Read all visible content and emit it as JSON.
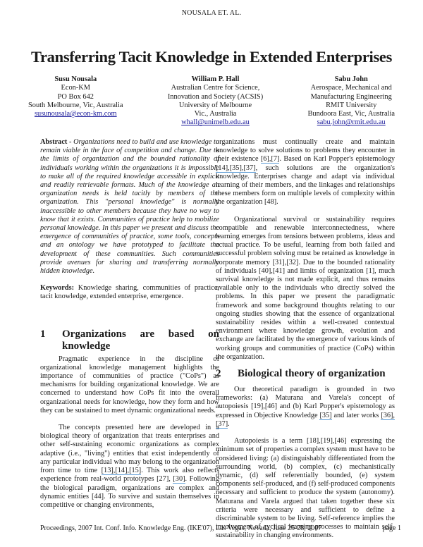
{
  "running_head": "NOUSALA ET. AL.",
  "title": "Transferring Tacit Knowledge in Extended Enterprises",
  "authors": [
    {
      "name": "Susu Nousala",
      "affiliation_lines": [
        "Econ-KM",
        "PO Box 642",
        "South Melbourne, Vic, Australia"
      ],
      "email": "susunousala@econ-km.com"
    },
    {
      "name": "William P. Hall",
      "affiliation_lines": [
        "Australian Centre for Science,",
        "Innovation and Society (ACSIS)",
        "University of Melbourne",
        "Vic., Australia"
      ],
      "email": "whall@unimelb.edu.au"
    },
    {
      "name": "Sabu John",
      "affiliation_lines": [
        "Aerospace, Mechanical and",
        "Manufacturing Engineering",
        "RMIT University",
        "Bundoora East, Vic, Australia"
      ],
      "email": "sabu.john@rmit.edu.au"
    }
  ],
  "abstract": {
    "label": "Abstract -",
    "text": "Organizations need to build and use knowledge to remain viable in the face of competition and change. Due to the limits of organization and the bounded rationality of individuals working within the organizations it is impossible to make all of the required knowledge accessible in explicit and readily retrievable formats. Much of the knowledge an organization needs is held tacitly by members of the organization. This \"personal knowledge\" is normally inaccessible to other members because they have no way to know that it exists. Communities of practice help to mobilize personal knowledge. In this paper we present and discuss the emergence of communities of practice, some tools, concepts and an ontology we have prototyped to facilitate the development of these communities. Such communities provide avenues for sharing and transferring  normally hidden knowledge."
  },
  "keywords": {
    "label": "Keywords:",
    "text": "Knowledge sharing, communities of practice, tacit knowledge, extended enterprise, emergence."
  },
  "section1": {
    "number": "1",
    "title": "Organizations are based on knowledge",
    "p1": "Pragmatic experience in the discipline of organizational knowledge management highlights the importance of communities of practice (\"CoPs\") as mechanisms for building organizational knowledge. We are concerned to understand how CoPs fit into the overall organizational needs for knowledge, how they form and how they can be sustained to meet dynamic organizational needs.",
    "p2_a": "The concepts presented here are developed in a biological theory of organization that treats enterprises and other self-sustaining economic organizations as complex adaptive (i.e., \"living\") entities that exist independently of any particular individual who may belong to the organization from time to time ",
    "p2_ref1": "[13],[14],[15]",
    "p2_b": ". This work also reflects experience from real-world prototypes [27], ",
    "p2_ref2": "[30]",
    "p2_c": ". Following the biological paradigm, organizations are complex and dynamic entities [44]. To survive and sustain themselves in competitive or changing environments,",
    "p3_a": "organizations must continually create and maintain knowledge to solve solutions to problems they encounter in their existence ",
    "p3_ref1": "[6],[7]",
    "p3_b": ". Based on Karl Popper's epistemology ",
    "p3_ref2": "[14],[35],[37]",
    "p3_c": ", such solutions are the organization's knowledge. Enterprises change and adapt via individual learning of their members, and the linkages and relationships these members form on multiple levels of complexity within the organization [48].",
    "p4": "Organizational survival or sustainability requires compatible and renewable interconnectedness, where learning emerges from tensions between problems, ideas and actual practice. To be useful, learning from both failed and successful problem solving must be retained as knowledge in corporate memory [31],[32]. Due to the bounded rationality of individuals [40],[41] and limits of organization [1], much survival knowledge is not made explicit, and thus remains available only to the individuals who directly solved the problems. In this paper we present the paradigmatic framework and some background thoughts relating to our ongoing studies showing that the essence of organizational sustainability resides within a well-created contextual environment where knowledge growth, evolution and exchange are facilitated by the emergence of various kinds of working groups and communities of practice (CoPs) within the organization."
  },
  "section2": {
    "number": "2",
    "title": "Biological theory of organization",
    "p1_a": "Our theoretical paradigm is grounded in two frameworks: (a) Maturana and Varela's concept of autopoiesis [19],[46] and (b) Karl Popper's epistemology as expressed in Objective Knowledge ",
    "p1_ref1": "[35]",
    "p1_b": " and later works ",
    "p1_ref2": "[36],[37]",
    "p1_c": ".",
    "p2": "Autopoiesis is a term [18],[19],[46] expressing the minimum set of properties a complex system must have to be considered living: (a) distinguishably differentiated from the surrounding world, (b) complex, (c) mechanistically dynamic, (d) self referentially bounded, (e) system components self-produced, and (f) self-produced components necessary and sufficient to produce the system (autonomy). Maturana and Varela argued that taken together these six criteria were necessary and sufficient to define a discriminable system to be living. Self-reference implies the involvement of cyclical learning processes to maintain self-sustainability in changing environments."
  },
  "footer": {
    "citation": "Proceedings, 2007 Int. Conf. Info. Knowledge Eng. (IKE'07), Las Vegas, Nevada, June 25-28, 2007",
    "page": "page 1"
  },
  "colors": {
    "link_text": "#1a1a9a",
    "ref_underline": "#5b9bd5"
  }
}
